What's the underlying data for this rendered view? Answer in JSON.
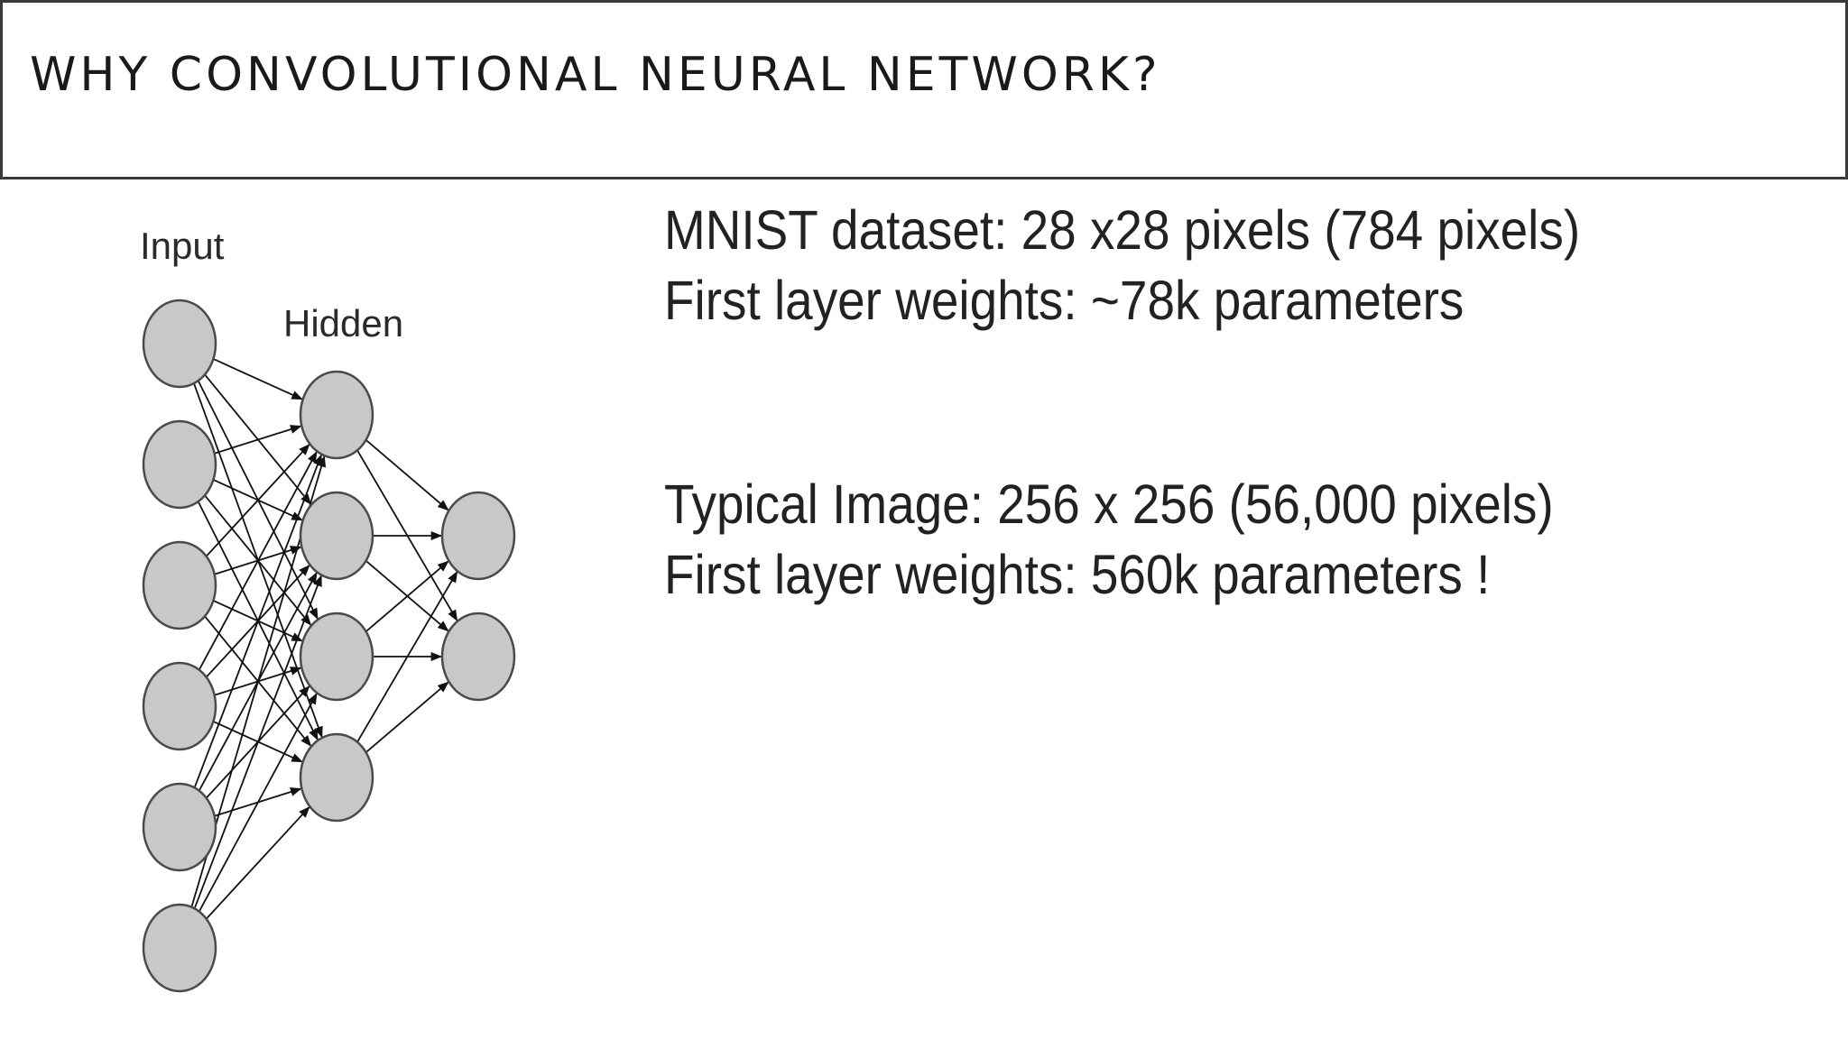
{
  "slide": {
    "title": "WHY CONVOLUTIONAL NEURAL NETWORK?"
  },
  "diagram": {
    "labels": {
      "input": "Input",
      "hidden": "Hidden"
    },
    "layers": [
      {
        "name": "input",
        "node_count": 6
      },
      {
        "name": "hidden",
        "node_count": 4
      },
      {
        "name": "output",
        "node_count": 2
      }
    ],
    "connectivity": "fully-connected",
    "node_color": "#c8c8c8"
  },
  "text_blocks": [
    {
      "line1": "MNIST dataset: 28 x28 pixels (784 pixels)",
      "line2": "First layer weights: ~78k parameters"
    },
    {
      "line1": "Typical Image: 256 x 256 (56,000 pixels)",
      "line2": "First layer weights: 560k parameters !"
    }
  ]
}
